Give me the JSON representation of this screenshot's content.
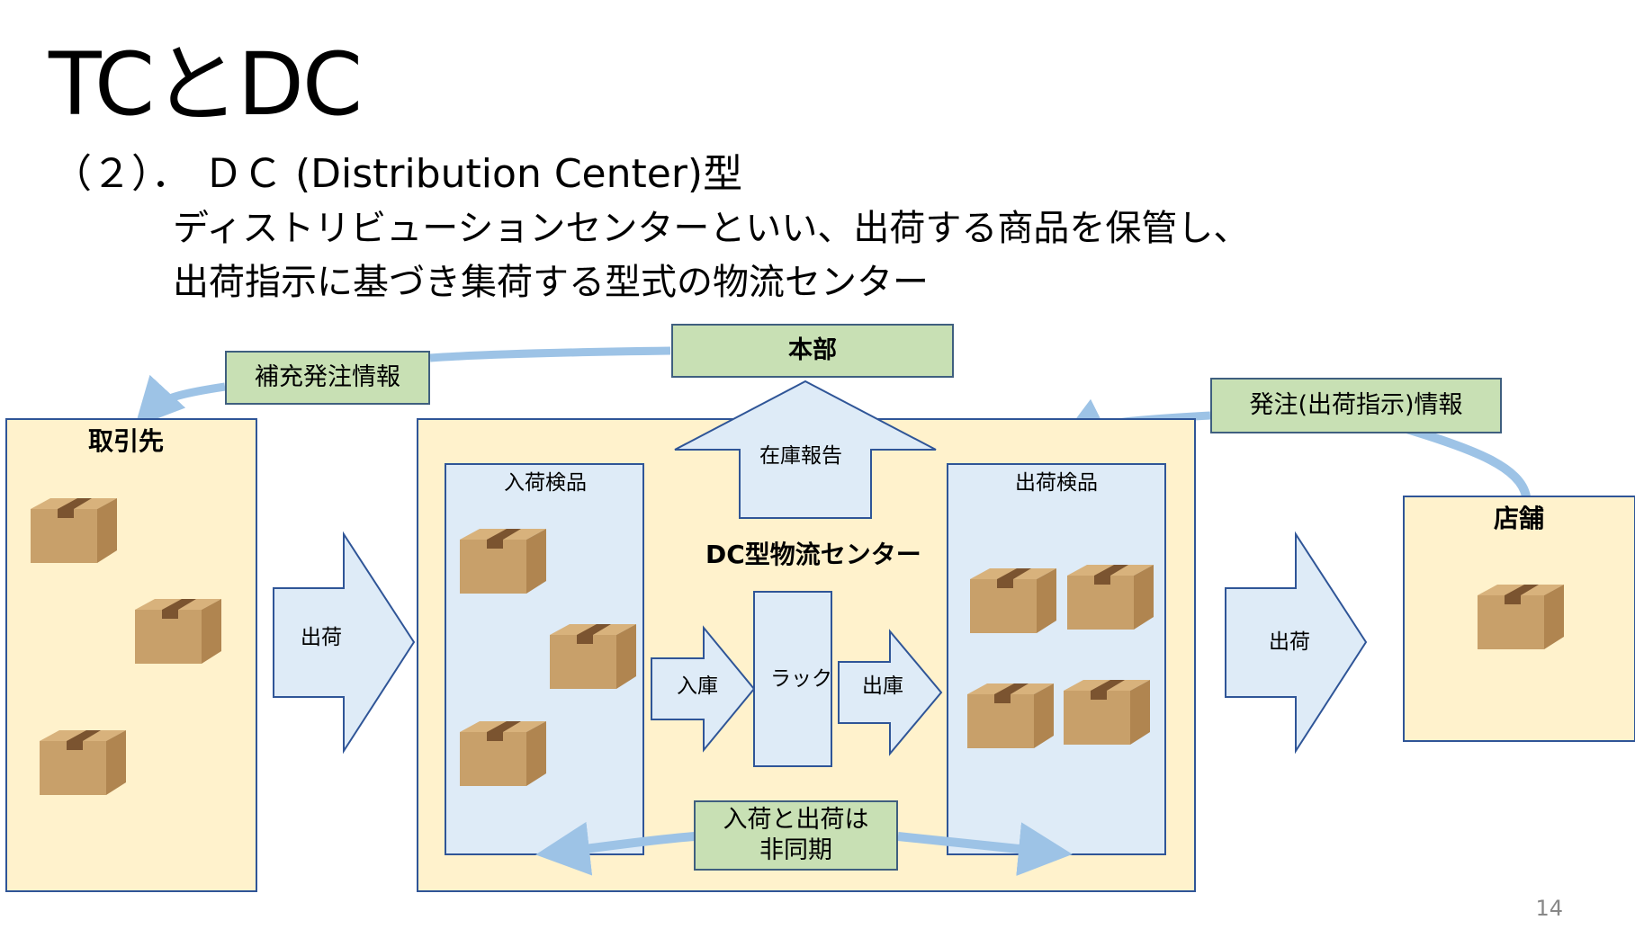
{
  "slide": {
    "title": "TCとDC",
    "subtitle": "（２）． ＤＣ (Distribution Center)型",
    "desc_line1": "ディストリビューションセンターといい、出荷する商品を保管し、",
    "desc_line2": "出荷指示に基づき集荷する型式の物流センター",
    "page_number": "14"
  },
  "diagram": {
    "hq": "本部",
    "supplier": "取引先",
    "store": "店舗",
    "center": "DC型物流センター",
    "inbound_inspection": "入荷検品",
    "outbound_inspection": "出荷検品",
    "rack": "ラック",
    "stock_report": "在庫報告",
    "put_away": "入庫",
    "pick_out": "出庫",
    "ship_left": "出荷",
    "ship_right": "出荷",
    "replenish_order": "補充発注情報",
    "order_info": "発注(出荷指示)情報",
    "async_line1": "入荷と出荷は",
    "async_line2": "非同期"
  },
  "colors": {
    "cream": "#fff2cc",
    "light_blue": "#deebf7",
    "green_label": "#c8e0b4",
    "border_blue": "#2f5597",
    "arrow_blue": "#9dc3e6",
    "box_brown": "#c8a06a"
  },
  "icons": {
    "box": "cardboard-box-icon"
  }
}
